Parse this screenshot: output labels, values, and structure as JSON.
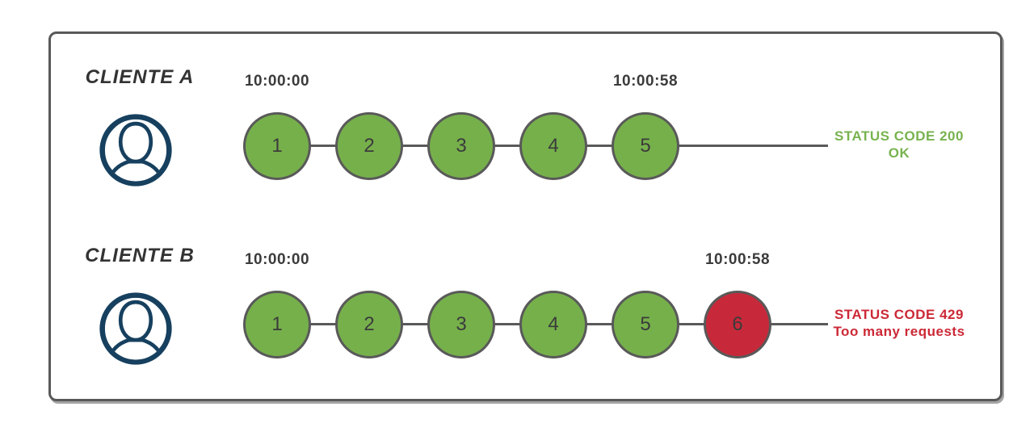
{
  "colors": {
    "box_border": "#595959",
    "track_line": "#595959",
    "circle_border": "#595959",
    "circle_ok": "#76b04b",
    "circle_error": "#c8293a",
    "avatar": "#17405f",
    "heading_text": "#333333",
    "time_text": "#3b3b3b",
    "number_text": "#3b3b3b",
    "status_ok": "#77b34f",
    "status_error": "#cc2936"
  },
  "rows": [
    {
      "client": "CLIENTE A",
      "start_time": "10:00:00",
      "end_time": "10:00:58",
      "requests": [
        {
          "label": "1",
          "type": "ok"
        },
        {
          "label": "2",
          "type": "ok"
        },
        {
          "label": "3",
          "type": "ok"
        },
        {
          "label": "4",
          "type": "ok"
        },
        {
          "label": "5",
          "type": "ok"
        }
      ],
      "status_line1": "STATUS CODE 200",
      "status_line2": "OK",
      "status_type": "ok"
    },
    {
      "client": "CLIENTE B",
      "start_time": "10:00:00",
      "end_time": "10:00:58",
      "requests": [
        {
          "label": "1",
          "type": "ok"
        },
        {
          "label": "2",
          "type": "ok"
        },
        {
          "label": "3",
          "type": "ok"
        },
        {
          "label": "4",
          "type": "ok"
        },
        {
          "label": "5",
          "type": "ok"
        },
        {
          "label": "6",
          "type": "error"
        }
      ],
      "status_line1": "STATUS CODE 429",
      "status_line2": "Too many requests",
      "status_type": "error"
    }
  ]
}
